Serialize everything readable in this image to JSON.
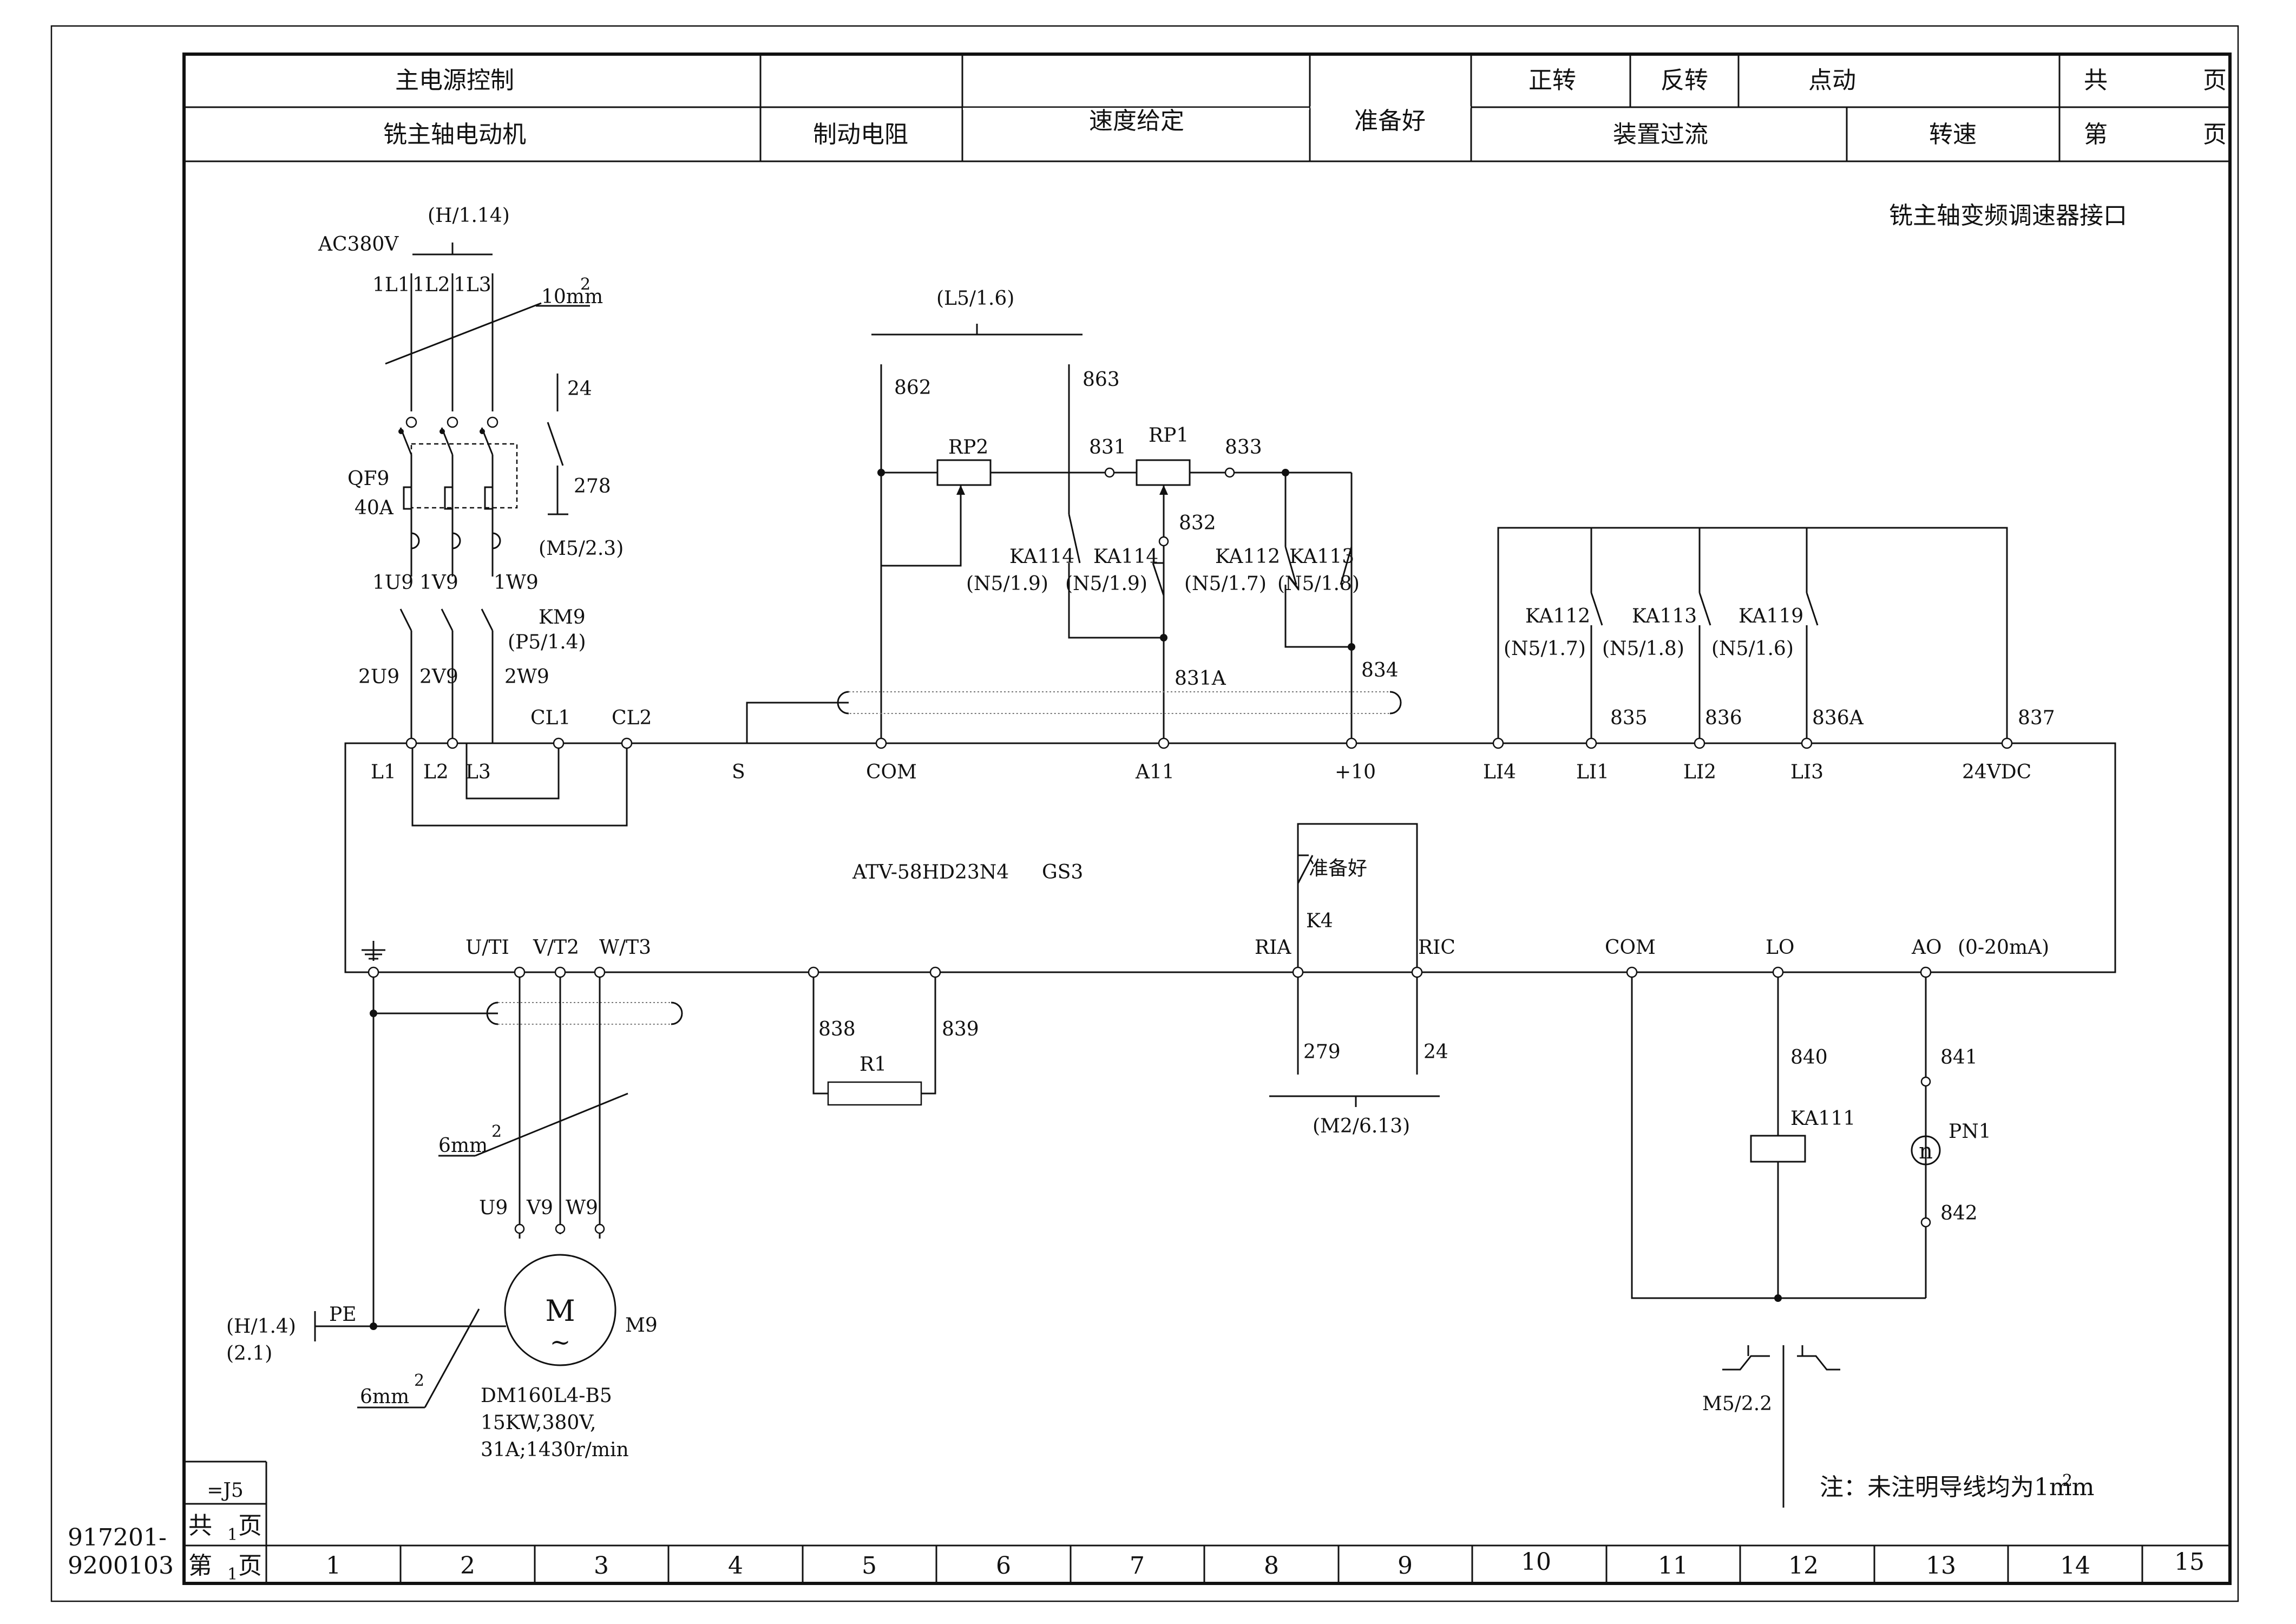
{
  "drawing_number": [
    "917201-",
    "9200103"
  ],
  "title_block": {
    "main_power": "主电源控制",
    "spindle_motor": "铣主轴电动机",
    "brake_resistor": "制动电阻",
    "speed_setpoint": "速度给定",
    "ready": "准备好",
    "forward": "正转",
    "reverse": "反转",
    "jog": "点动",
    "overcurrent": "装置过流",
    "speed": "转速",
    "total_pages_label": [
      "共",
      "页"
    ],
    "page_label": [
      "第",
      "页"
    ]
  },
  "side_block": {
    "code": "=J5",
    "total": [
      "共",
      "1",
      "页"
    ],
    "page": [
      "第",
      "1",
      "页"
    ]
  },
  "columns": [
    "1",
    "2",
    "3",
    "4",
    "5",
    "6",
    "7",
    "8",
    "9",
    "10",
    "11",
    "12",
    "13",
    "14",
    "15"
  ],
  "sheet_title": "铣主轴变频调速器接口",
  "note": {
    "text": "注：未注明导线均为1mm",
    "sup": "2"
  },
  "power": {
    "source": "AC380V",
    "ref": "(H/1.14)",
    "phases": [
      "1L1",
      "1L2",
      "1L3"
    ],
    "wire": "10mm",
    "wire_sup": "2",
    "breaker": "QF9",
    "breaker_rating": "40A",
    "aux_contact_top": "24",
    "aux_contact_bottom": "278",
    "aux_ref": "(M5/2.3)",
    "breaker_out": [
      "1U9",
      "1V9",
      "1W9"
    ],
    "contactor": "KM9",
    "contactor_ref": "(P5/1.4)",
    "contactor_out": [
      "2U9",
      "2V9",
      "2W9"
    ],
    "control_terms": [
      "CL1",
      "CL2"
    ]
  },
  "drive": {
    "model": "ATV-58HD23N4",
    "variant": "GS3",
    "top_terminals": [
      "L1",
      "L2",
      "L3",
      "S",
      "COM",
      "A11",
      "+10",
      "LI4",
      "LI1",
      "LI2",
      "LI3",
      "24VDC"
    ],
    "bottom_terminals": [
      "U/TI",
      "V/T2",
      "W/T3",
      "RIA",
      "RIC",
      "COM",
      "LO",
      "AO"
    ],
    "ao_range": "(0-20mA)",
    "ready_label": "准备好",
    "relay": "K4"
  },
  "speed_ref": {
    "ref": "(L5/1.6)",
    "wires": [
      "862",
      "863",
      "831",
      "833",
      "832",
      "831A",
      "834"
    ],
    "pots": [
      "RP2",
      "RP1"
    ],
    "contacts": [
      {
        "name": "KA114",
        "ref": "(N5/1.9)"
      },
      {
        "name": "KA114",
        "ref": "(N5/1.9)"
      },
      {
        "name": "KA112",
        "ref": "(N5/1.7)"
      },
      {
        "name": "KA113",
        "ref": "(N5/1.8)"
      }
    ]
  },
  "logic_inputs": {
    "contacts": [
      {
        "name": "KA112",
        "ref": "(N5/1.7)"
      },
      {
        "name": "KA113",
        "ref": "(N5/1.8)"
      },
      {
        "name": "KA119",
        "ref": "(N5/1.6)"
      }
    ],
    "wires": [
      "835",
      "836",
      "836A",
      "837"
    ]
  },
  "motor": {
    "wire": "6mm",
    "wire_sup": "2",
    "terminals": [
      "U9",
      "V9",
      "W9"
    ],
    "symbol": "M",
    "tilde": "~",
    "name": "M9",
    "pe": "PE",
    "pe_ref": [
      "(H/1.4)",
      "(2.1)"
    ],
    "pe_wire": "6mm",
    "pe_wire_sup": "2",
    "spec": [
      "DM160L4-B5",
      "15KW,380V,",
      "31A;1430r/min"
    ]
  },
  "brake": {
    "wires": [
      "838",
      "839"
    ],
    "resistor": "R1"
  },
  "ready_circuit": {
    "wires": [
      "279",
      "24"
    ],
    "ref": "(M2/6.13)"
  },
  "outputs": {
    "wires": [
      "840",
      "841",
      "842"
    ],
    "relay": "KA111",
    "meter": "PN1",
    "meter_symbol": "n",
    "relay_ref": "M5/2.2"
  }
}
